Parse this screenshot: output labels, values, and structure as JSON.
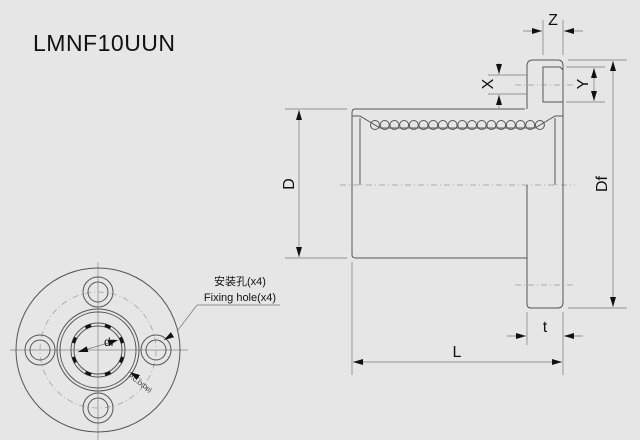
{
  "title": "LMNF10UUN",
  "dimensions": {
    "D": "D",
    "Df": "Df",
    "L": "L",
    "t": "t",
    "X": "X",
    "Y": "Y",
    "Z": "Z",
    "dr": "dr",
    "pcd": "P.C.D(Dp)"
  },
  "callout": {
    "line1": "安装孔(x4)",
    "line2": "Fixing hole(x4)"
  }
}
